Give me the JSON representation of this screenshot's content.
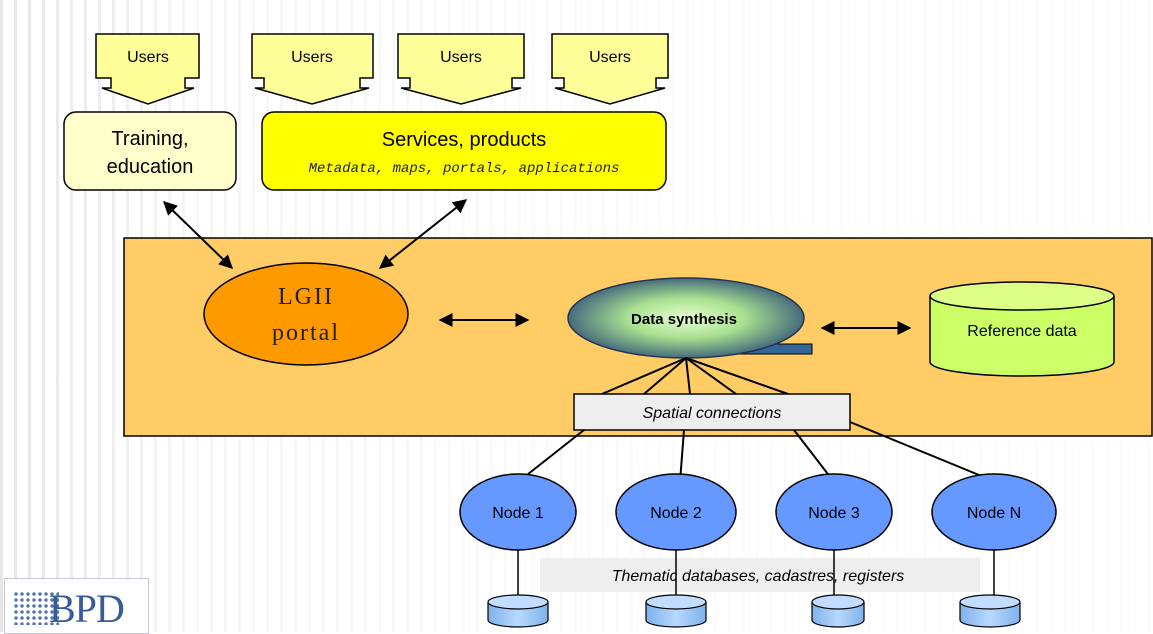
{
  "users": [
    {
      "label": "Users"
    },
    {
      "label": "Users"
    },
    {
      "label": "Users"
    },
    {
      "label": "Users"
    }
  ],
  "training": {
    "line1": "Training,",
    "line2": "education"
  },
  "services": {
    "title": "Services, products",
    "subtitle": "Metadata, maps, portals, applications"
  },
  "portal": {
    "line1": "LGII",
    "line2": "portal"
  },
  "synthesis": {
    "label": "Data synthesis"
  },
  "reference": {
    "label": "Reference data"
  },
  "connections": {
    "label": "Spatial connections"
  },
  "nodes": [
    {
      "label": "Node 1"
    },
    {
      "label": "Node 2"
    },
    {
      "label": "Node 3"
    },
    {
      "label": "Node N"
    }
  ],
  "thematic": {
    "label": "Thematic databases, cadastres, registers"
  },
  "logo": {
    "text": "BPD"
  },
  "colors": {
    "user_fill": "#ffff99",
    "services_fill": "#ffff00",
    "panel_fill": "#ffcc66",
    "portal_fill": "#ff9900",
    "synthesis_fill": "#336699",
    "reference_fill": "#ccff66",
    "node_fill": "#6699ff",
    "db_fill": "#99ccff"
  }
}
